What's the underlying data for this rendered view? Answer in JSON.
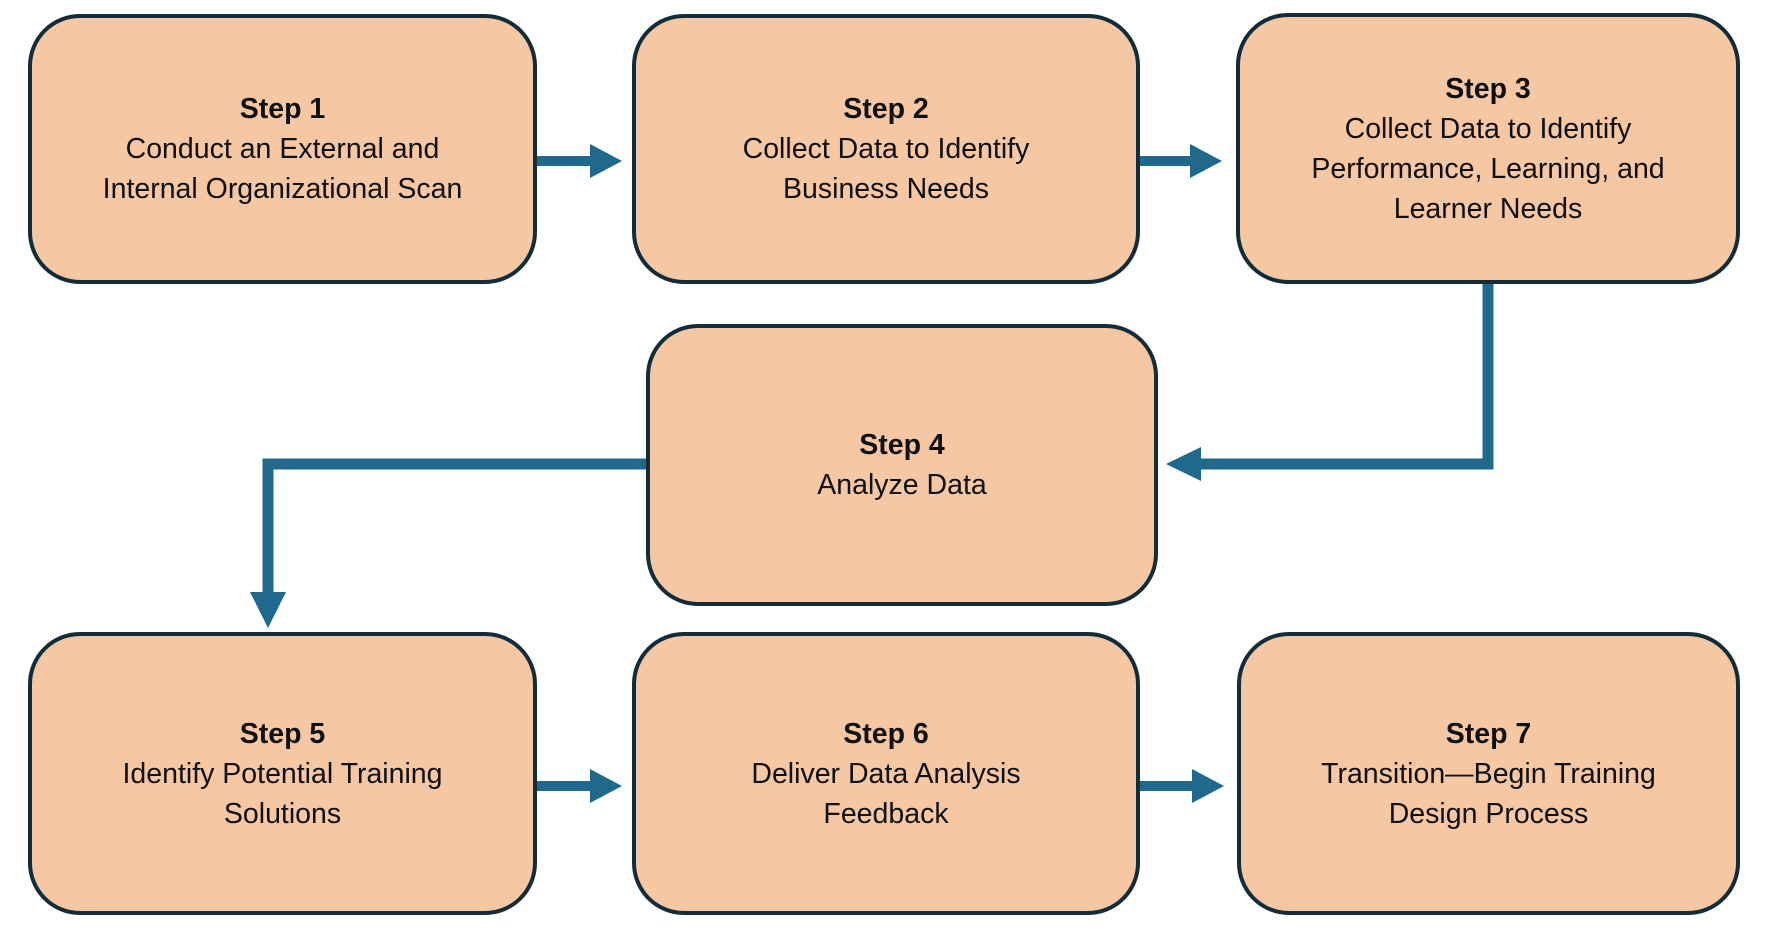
{
  "palette": {
    "box_fill": "#F5C7A3",
    "box_border": "#132C3A",
    "arrow": "#20688C",
    "text": "#101010",
    "background": "#FFFFFF"
  },
  "steps": [
    {
      "title": "Step 1",
      "desc_lines": [
        "Conduct an External and",
        "Internal Organizational Scan"
      ]
    },
    {
      "title": "Step 2",
      "desc_lines": [
        "Collect Data to Identify",
        "Business Needs"
      ]
    },
    {
      "title": "Step 3",
      "desc_lines": [
        "Collect Data to Identify",
        "Performance, Learning, and",
        "Learner Needs"
      ]
    },
    {
      "title": "Step 4",
      "desc_lines": [
        "Analyze Data"
      ]
    },
    {
      "title": "Step 5",
      "desc_lines": [
        "Identify Potential Training",
        "Solutions"
      ]
    },
    {
      "title": "Step 6",
      "desc_lines": [
        "Deliver Data Analysis",
        "Feedback"
      ]
    },
    {
      "title": "Step 7",
      "desc_lines": [
        "Transition—Begin Training",
        "Design Process"
      ]
    }
  ],
  "connections": [
    {
      "from": "Step 1",
      "to": "Step 2"
    },
    {
      "from": "Step 2",
      "to": "Step 3"
    },
    {
      "from": "Step 3",
      "to": "Step 4"
    },
    {
      "from": "Step 4",
      "to": "Step 5"
    },
    {
      "from": "Step 5",
      "to": "Step 6"
    },
    {
      "from": "Step 6",
      "to": "Step 7"
    }
  ]
}
